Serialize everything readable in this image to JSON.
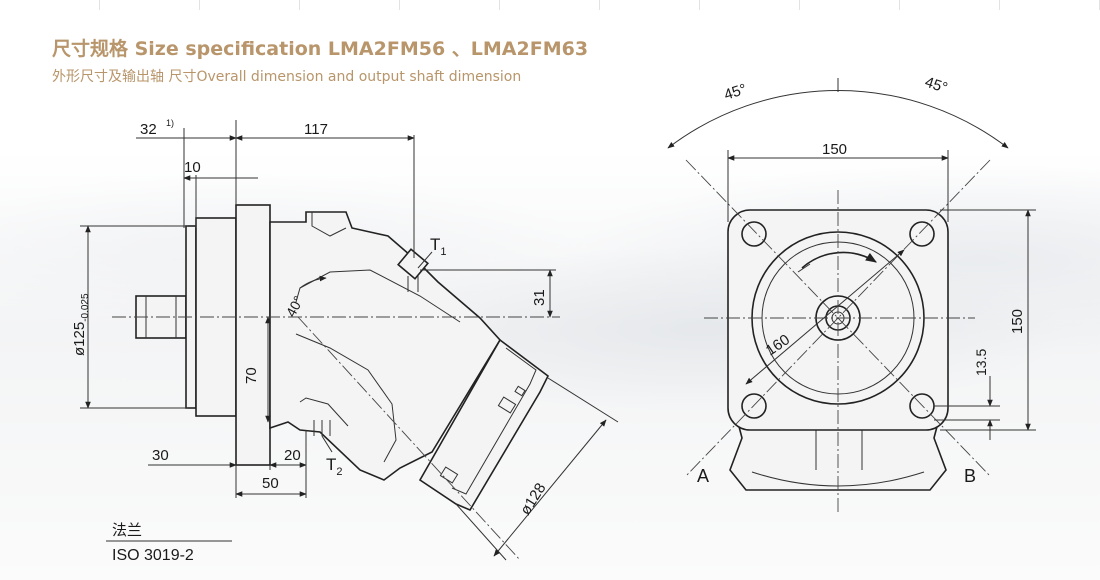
{
  "header": {
    "title": "尺寸规格 Size specification LMA2FM56 、LMA2FM63",
    "subtitle": "外形尺寸及输出轴 尺寸Overall dimension and output shaft dimension"
  },
  "side_view": {
    "dims": {
      "d32": "32",
      "d32_note": "1)",
      "d117": "117",
      "d10": "10",
      "dia125": "ø125",
      "dia125_tol": "-0.025",
      "angle40": "40°",
      "d70": "70",
      "d31": "31",
      "d30": "30",
      "d20": "20",
      "d50": "50",
      "dia128": "ø128"
    },
    "port_t1": "T",
    "port_t1_sub": "1",
    "port_t2": "T",
    "port_t2_sub": "2"
  },
  "flange_note": {
    "label": "法兰",
    "standard": "ISO 3019-2"
  },
  "front_view": {
    "angle_left": "45°",
    "angle_right": "45°",
    "d150_h": "150",
    "d150_v": "150",
    "d160": "160",
    "d13_5": "13.5",
    "label_a": "A",
    "label_b": "B"
  },
  "colors": {
    "title": "#b8956a",
    "line": "#222222"
  }
}
